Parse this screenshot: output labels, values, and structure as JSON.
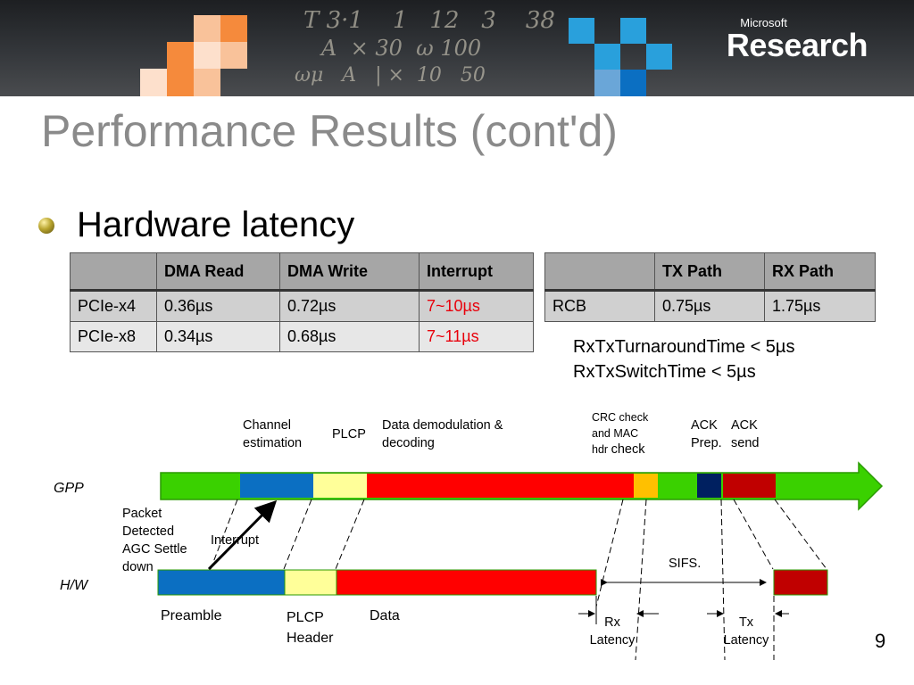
{
  "slide": {
    "title": "Performance Results (cont'd)",
    "bullet": "Hardware latency",
    "page_number": "9"
  },
  "logo": {
    "top": "Microsoft",
    "bottom": "Research"
  },
  "table1": {
    "headers": [
      "",
      "DMA Read",
      "DMA Write",
      "Interrupt"
    ],
    "rows": [
      [
        "PCIe-x4",
        "0.36µs",
        "0.72µs",
        "7~10µs"
      ],
      [
        "PCIe-x8",
        "0.34µs",
        "0.68µs",
        "7~11µs"
      ]
    ]
  },
  "table2": {
    "headers": [
      "",
      "TX Path",
      "RX Path"
    ],
    "rows": [
      [
        "RCB",
        "0.75µs",
        "1.75µs"
      ]
    ]
  },
  "notes": [
    "RxTxTurnaroundTime < 5µs",
    "RxTxSwitchTime < 5µs"
  ],
  "diagram": {
    "gpp_label": "GPP",
    "hw_label": "H/W",
    "labels": {
      "channel_estimation": [
        "Channel",
        "estimation"
      ],
      "plcp": "PLCP",
      "data_demod": [
        "Data demodulation &",
        "decoding"
      ],
      "crc_check": [
        "CRC check",
        "and MAC",
        "hdr"
      ],
      "crc_check_word": "check",
      "ack_prep": [
        "ACK",
        "Prep."
      ],
      "ack_send": [
        "ACK",
        "send"
      ],
      "packet_detected": [
        "Packet",
        "Detected",
        "AGC Settle",
        "down"
      ],
      "interrupt": "Interrupt",
      "sifs": "SIFS.",
      "preamble": "Preamble",
      "plcp_header": [
        "PLCP",
        "Header"
      ],
      "data": "Data",
      "rx_latency": [
        "Rx",
        "Latency"
      ],
      "tx_latency": [
        "Tx",
        "Latency"
      ]
    },
    "colors": {
      "green": "#33cc00",
      "blue": "#0b6fc2",
      "yellow": "#ffff99",
      "red": "#ff0000",
      "orange": "#ffc000",
      "navy": "#002060",
      "dark_red": "#c00000"
    }
  }
}
